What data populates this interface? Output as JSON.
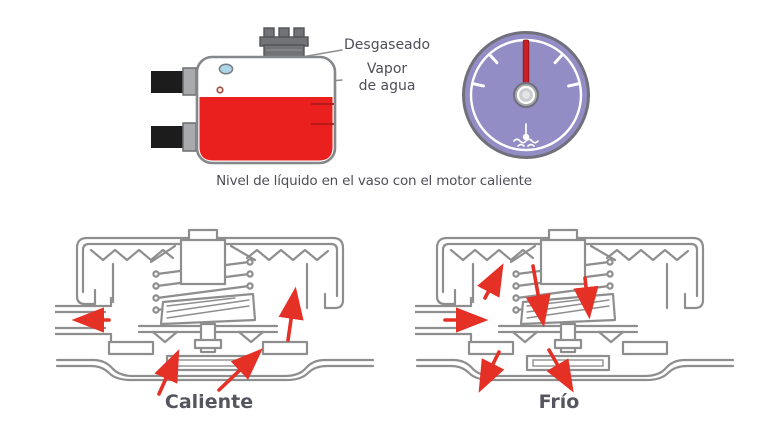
{
  "expansion_tank": {
    "label_desgaseado": "Desgaseado",
    "label_vapor_line1": "Vapor",
    "label_vapor_line2": "de agua"
  },
  "caption": "Nivel de líquido en el vaso con el motor caliente",
  "diagrams": {
    "hot_label": "Caliente",
    "cold_label": "Frío"
  },
  "gauge": {
    "needle_position": "top",
    "icon": "coolant-temperature-icon"
  },
  "colors": {
    "coolant_red": "#e9201e",
    "arrow_red": "#e53026",
    "needle_red": "#c92025",
    "gauge_purple": "#938dc6",
    "gauge_border": "#70707c",
    "line_gray": "#8e8e8e",
    "text_dark": "#4e4e58",
    "label_dark": "#55555f",
    "hose_black": "#1c1c1c",
    "metal_gray": "#a8aaad",
    "cap_gray": "#717377",
    "bubble_blue": "#abd6ea",
    "background": "#ffffff"
  }
}
